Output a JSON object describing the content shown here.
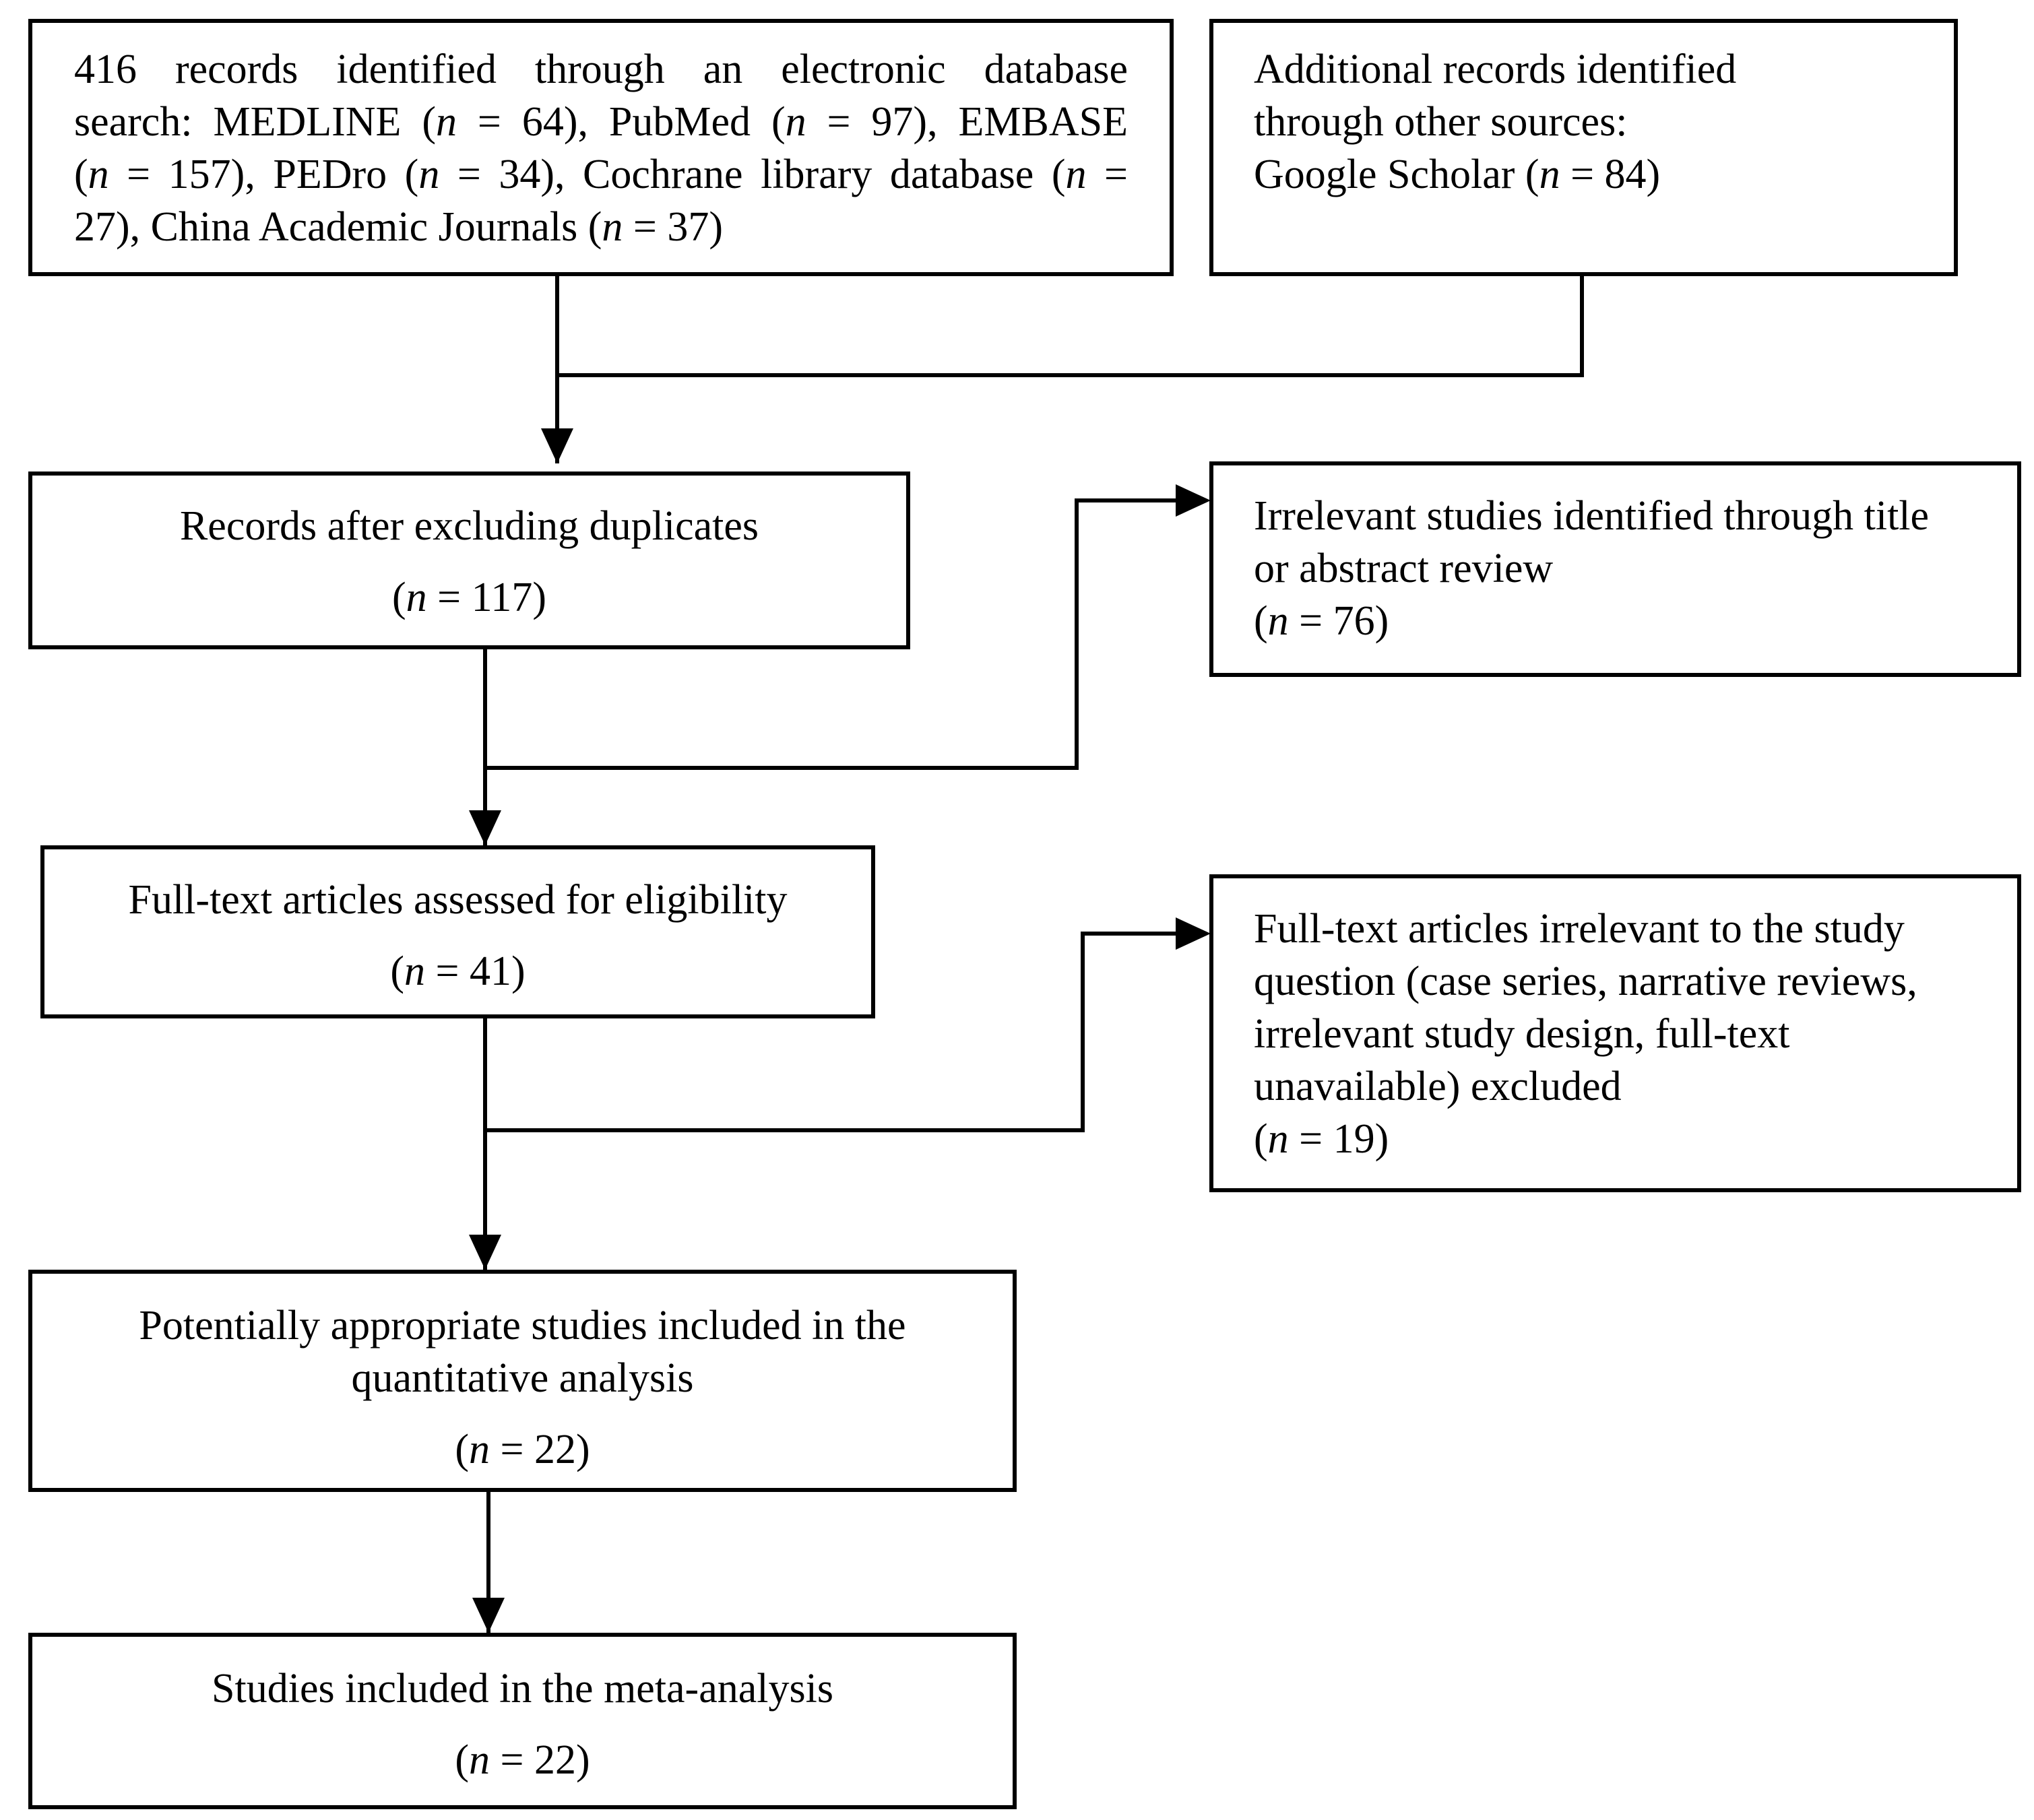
{
  "flow": {
    "identification": {
      "database": {
        "lines": [
          "416 records identified through an electronic database",
          "search: MEDLINE (",
          "n",
          " = 64), PubMed (",
          "n",
          " = 97), EMBASE",
          "(",
          "n",
          " = 157), PEDro (",
          "n",
          " = 34), Cochrane library database (",
          "n",
          " =",
          "27), China Academic Journals (",
          "n",
          " = 37)"
        ]
      },
      "other_sources": {
        "line1": "Additional records identified",
        "line2": "through other sources:",
        "line3_pre": "Google Scholar (",
        "line3_n": "n",
        "line3_post": " = 84)"
      }
    },
    "deduplicated": {
      "label": "Records after excluding duplicates",
      "count_pre": "(",
      "count_n": "n",
      "count_post": " = 117)"
    },
    "excluded_title_abstract": {
      "line1": "Irrelevant studies identified through title",
      "line2": "or abstract review",
      "count_pre": "(",
      "count_n": "n",
      "count_post": " = 76)"
    },
    "fulltext_assessed": {
      "label": "Full-text articles assessed for eligibility",
      "count_pre": "(",
      "count_n": "n",
      "count_post": " = 41)"
    },
    "excluded_fulltext": {
      "line1": "Full-text articles irrelevant to the study",
      "line2": "question (case series, narrative reviews,",
      "line3": "irrelevant study design, full-text",
      "line4": "unavailable) excluded",
      "count_pre": "(",
      "count_n": "n",
      "count_post": " = 19)"
    },
    "quantitative": {
      "line1": "Potentially appropriate studies included in the",
      "line2": "quantitative analysis",
      "count_pre": "(",
      "count_n": "n",
      "count_post": " = 22)"
    },
    "meta_analysis": {
      "label": "Studies included in the meta-analysis",
      "count_pre": "(",
      "count_n": "n",
      "count_post": " = 22)"
    }
  },
  "colors": {
    "stroke": "#000000",
    "background": "#ffffff"
  }
}
